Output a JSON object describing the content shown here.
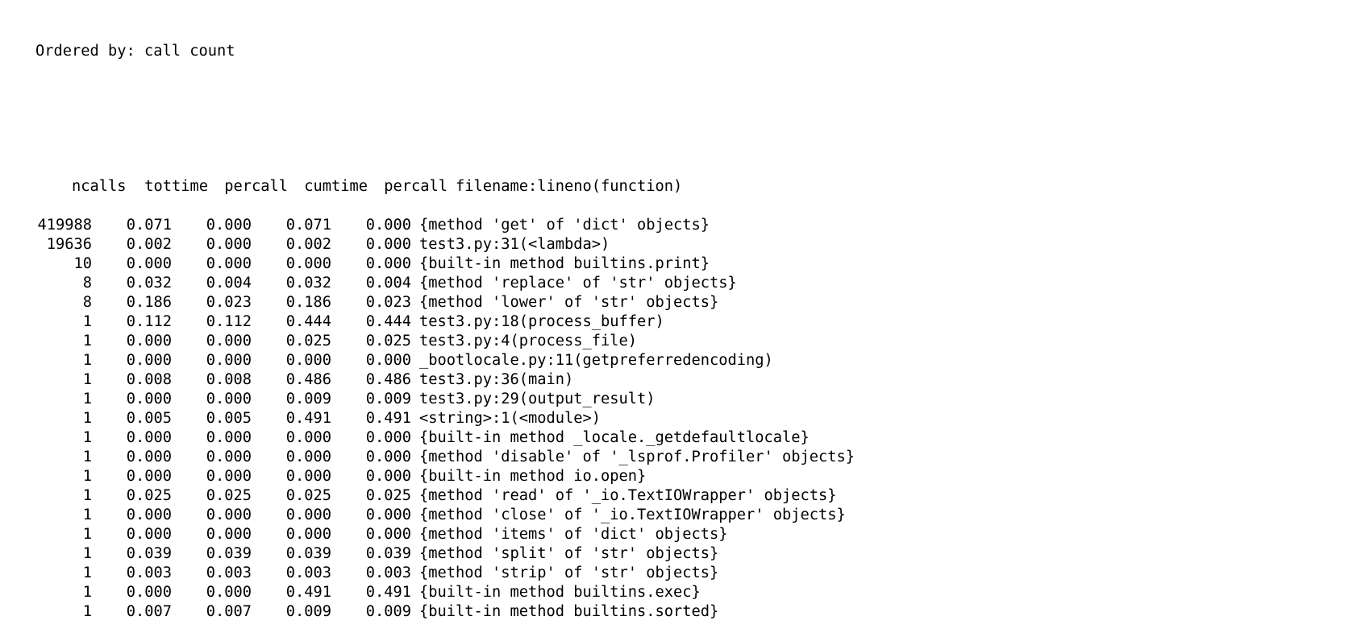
{
  "console": {
    "ordered_by": "Ordered by: call count",
    "headers": {
      "ncalls": "ncalls",
      "tottime": "tottime",
      "percall1": "percall",
      "cumtime": "cumtime",
      "percall2": "percall",
      "func": "filename:lineno(function)"
    },
    "rows": [
      {
        "ncalls": "419988",
        "tottime": "0.071",
        "percall1": "0.000",
        "cumtime": "0.071",
        "percall2": "0.000",
        "func": "{method 'get' of 'dict' objects}"
      },
      {
        "ncalls": "19636",
        "tottime": "0.002",
        "percall1": "0.000",
        "cumtime": "0.002",
        "percall2": "0.000",
        "func": "test3.py:31(<lambda>)"
      },
      {
        "ncalls": "10",
        "tottime": "0.000",
        "percall1": "0.000",
        "cumtime": "0.000",
        "percall2": "0.000",
        "func": "{built-in method builtins.print}"
      },
      {
        "ncalls": "8",
        "tottime": "0.032",
        "percall1": "0.004",
        "cumtime": "0.032",
        "percall2": "0.004",
        "func": "{method 'replace' of 'str' objects}"
      },
      {
        "ncalls": "8",
        "tottime": "0.186",
        "percall1": "0.023",
        "cumtime": "0.186",
        "percall2": "0.023",
        "func": "{method 'lower' of 'str' objects}"
      },
      {
        "ncalls": "1",
        "tottime": "0.112",
        "percall1": "0.112",
        "cumtime": "0.444",
        "percall2": "0.444",
        "func": "test3.py:18(process_buffer)"
      },
      {
        "ncalls": "1",
        "tottime": "0.000",
        "percall1": "0.000",
        "cumtime": "0.025",
        "percall2": "0.025",
        "func": "test3.py:4(process_file)"
      },
      {
        "ncalls": "1",
        "tottime": "0.000",
        "percall1": "0.000",
        "cumtime": "0.000",
        "percall2": "0.000",
        "func": "_bootlocale.py:11(getpreferredencoding)"
      },
      {
        "ncalls": "1",
        "tottime": "0.008",
        "percall1": "0.008",
        "cumtime": "0.486",
        "percall2": "0.486",
        "func": "test3.py:36(main)"
      },
      {
        "ncalls": "1",
        "tottime": "0.000",
        "percall1": "0.000",
        "cumtime": "0.009",
        "percall2": "0.009",
        "func": "test3.py:29(output_result)"
      },
      {
        "ncalls": "1",
        "tottime": "0.005",
        "percall1": "0.005",
        "cumtime": "0.491",
        "percall2": "0.491",
        "func": "<string>:1(<module>)"
      },
      {
        "ncalls": "1",
        "tottime": "0.000",
        "percall1": "0.000",
        "cumtime": "0.000",
        "percall2": "0.000",
        "func": "{built-in method _locale._getdefaultlocale}"
      },
      {
        "ncalls": "1",
        "tottime": "0.000",
        "percall1": "0.000",
        "cumtime": "0.000",
        "percall2": "0.000",
        "func": "{method 'disable' of '_lsprof.Profiler' objects}"
      },
      {
        "ncalls": "1",
        "tottime": "0.000",
        "percall1": "0.000",
        "cumtime": "0.000",
        "percall2": "0.000",
        "func": "{built-in method io.open}"
      },
      {
        "ncalls": "1",
        "tottime": "0.025",
        "percall1": "0.025",
        "cumtime": "0.025",
        "percall2": "0.025",
        "func": "{method 'read' of '_io.TextIOWrapper' objects}"
      },
      {
        "ncalls": "1",
        "tottime": "0.000",
        "percall1": "0.000",
        "cumtime": "0.000",
        "percall2": "0.000",
        "func": "{method 'close' of '_io.TextIOWrapper' objects}"
      },
      {
        "ncalls": "1",
        "tottime": "0.000",
        "percall1": "0.000",
        "cumtime": "0.000",
        "percall2": "0.000",
        "func": "{method 'items' of 'dict' objects}"
      },
      {
        "ncalls": "1",
        "tottime": "0.039",
        "percall1": "0.039",
        "cumtime": "0.039",
        "percall2": "0.039",
        "func": "{method 'split' of 'str' objects}"
      },
      {
        "ncalls": "1",
        "tottime": "0.003",
        "percall1": "0.003",
        "cumtime": "0.003",
        "percall2": "0.003",
        "func": "{method 'strip' of 'str' objects}"
      },
      {
        "ncalls": "1",
        "tottime": "0.000",
        "percall1": "0.000",
        "cumtime": "0.491",
        "percall2": "0.491",
        "func": "{built-in method builtins.exec}"
      },
      {
        "ncalls": "1",
        "tottime": "0.007",
        "percall1": "0.007",
        "cumtime": "0.009",
        "percall2": "0.009",
        "func": "{built-in method builtins.sorted}"
      }
    ]
  },
  "colors": {
    "background": "#ffffff",
    "text": "#000000"
  }
}
